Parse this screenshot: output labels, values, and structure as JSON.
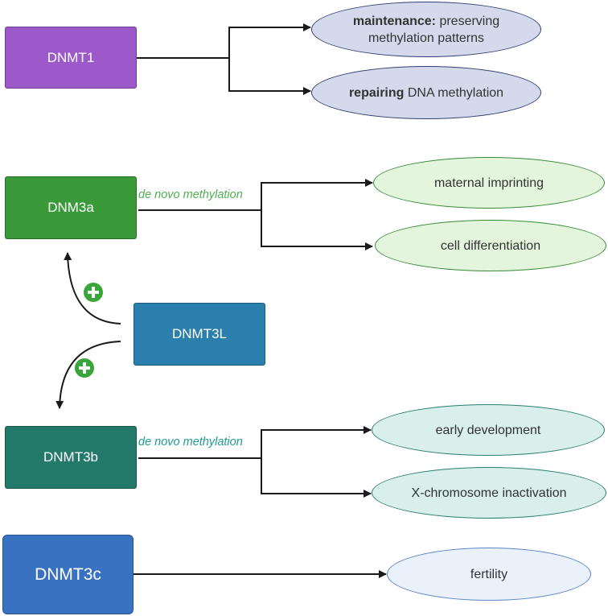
{
  "nodes": {
    "dnmt1": "DNMT1",
    "dnm3a": "DNM3a",
    "dnmt3l": "DNMT3L",
    "dnmt3b": "DNMT3b",
    "dnmt3c": "DNMT3c"
  },
  "outcomes": {
    "maintenance_bold": "maintenance:",
    "maintenance_rest_1": "preserving",
    "maintenance_rest_2": "methylation patterns",
    "repairing_bold": "repairing",
    "repairing_rest": "DNA methylation",
    "maternal_imprinting": "maternal imprinting",
    "cell_differentiation": "cell differentiation",
    "early_development": "early development",
    "x_inactivation": "X-chromosome inactivation",
    "fertility": "fertility"
  },
  "edge_labels": {
    "dnm3a": "de novo methylation",
    "dnmt3b": "de novo methylation"
  },
  "colors": {
    "dnmt1": "#9b59c9",
    "dnm3a": "#3a9a3a",
    "dnmt3l": "#2a7fad",
    "dnmt3b": "#237a6b",
    "dnmt3c": "#3a72c2",
    "plus": "#3aa53a"
  }
}
